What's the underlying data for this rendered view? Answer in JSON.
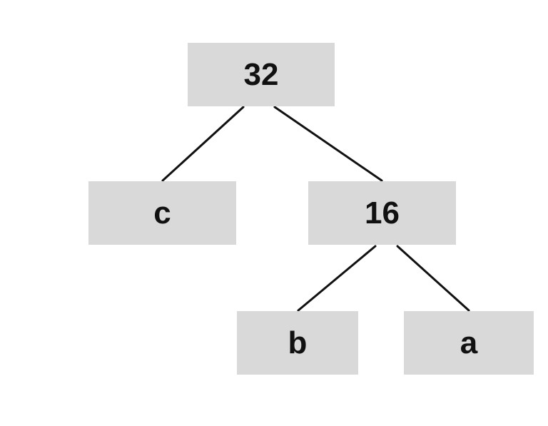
{
  "tree": {
    "nodes": {
      "root": "32",
      "left_leaf": "c",
      "internal": "16",
      "internal_left": "b",
      "internal_right": "a"
    },
    "edges": [
      [
        "32",
        "c"
      ],
      [
        "32",
        "16"
      ],
      [
        "16",
        "b"
      ],
      [
        "16",
        "a"
      ]
    ]
  },
  "colors": {
    "node_fill": "#d9d9d9",
    "edge": "#111111",
    "text": "#111111"
  }
}
